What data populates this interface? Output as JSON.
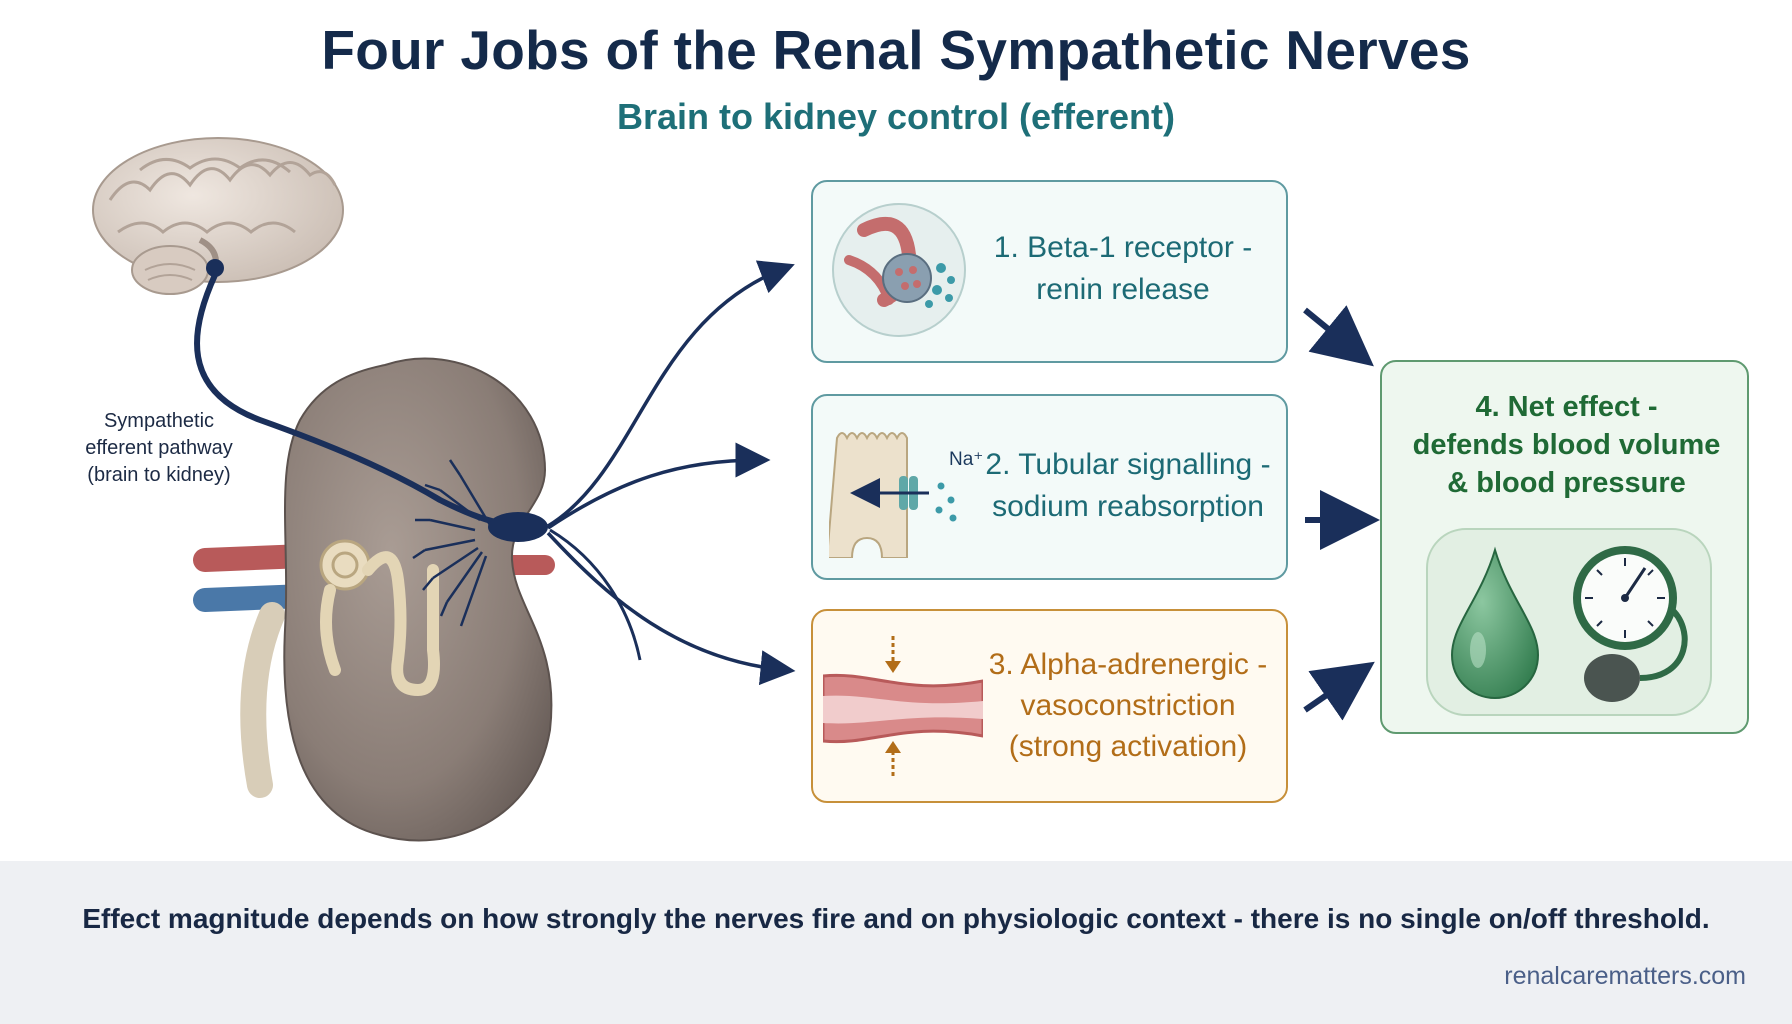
{
  "header": {
    "title": "Four Jobs of the Renal Sympathetic Nerves",
    "subtitle": "Brain to kidney control (efferent)"
  },
  "pathway": {
    "label_lines": [
      "Sympathetic",
      "efferent pathway",
      "(brain to kidney)"
    ]
  },
  "cards": [
    {
      "id": "beta1",
      "lines": [
        "1. Beta-1 receptor -",
        "renin release"
      ],
      "theme": "teal",
      "icon": "juxtaglomerular-renin-icon"
    },
    {
      "id": "tubular",
      "lines": [
        "2. Tubular signalling -",
        "sodium reabsorption"
      ],
      "theme": "teal",
      "icon": "tubular-cell-sodium-icon",
      "ion_label": "Na⁺"
    },
    {
      "id": "alpha",
      "lines": [
        "3. Alpha-adrenergic -",
        "vasoconstriction",
        "(strong activation)"
      ],
      "theme": "gold",
      "icon": "vasoconstriction-vessel-icon"
    }
  ],
  "net_effect": {
    "lines": [
      "4. Net effect -",
      "defends blood volume",
      "& blood pressure"
    ],
    "icons": [
      "blood-drop-icon",
      "blood-pressure-gauge-icon"
    ]
  },
  "footer": {
    "note": "Effect magnitude depends on how strongly the nerves fire and on physiologic context - there is no single on/off threshold.",
    "site": "renalcarematters.com"
  },
  "colors": {
    "title": "#142a4a",
    "subtitle": "#1e6f78",
    "nerve": "#1a2f5a",
    "teal_border": "#5f9aa1",
    "gold_border": "#c7903a",
    "green_border": "#5f9a70"
  }
}
